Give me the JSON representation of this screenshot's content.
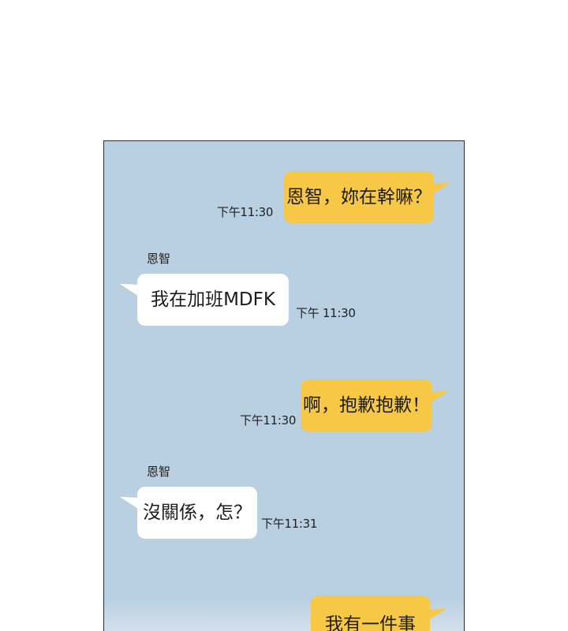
{
  "messages": [
    {
      "direction": "out",
      "text": "恩智，妳在幹嘛？",
      "time": "下午11:30"
    },
    {
      "direction": "in",
      "sender": "恩智",
      "text": "我在加班MDFK",
      "time": "下午 11:30"
    },
    {
      "direction": "out",
      "text": "啊，抱歉抱歉！",
      "time": "下午11:30"
    },
    {
      "direction": "in",
      "sender": "恩智",
      "text": "沒關係，怎？",
      "time": "下午11:31"
    },
    {
      "direction": "out",
      "text": "我有一件事",
      "time": ""
    }
  ],
  "colors": {
    "chat_background": "#b9d0e2",
    "outgoing_bubble": "#f7c846",
    "incoming_bubble": "#ffffff",
    "panel_border": "#2b2f33"
  }
}
